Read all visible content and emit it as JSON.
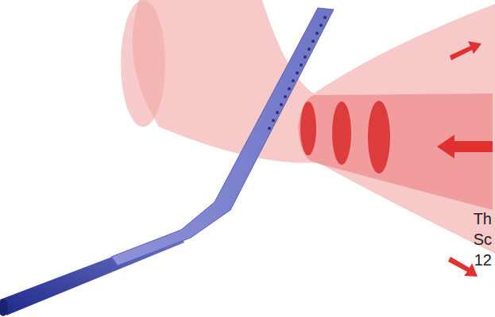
{
  "diagram": {
    "labels": [
      "Th",
      "Sc",
      "12"
    ]
  }
}
